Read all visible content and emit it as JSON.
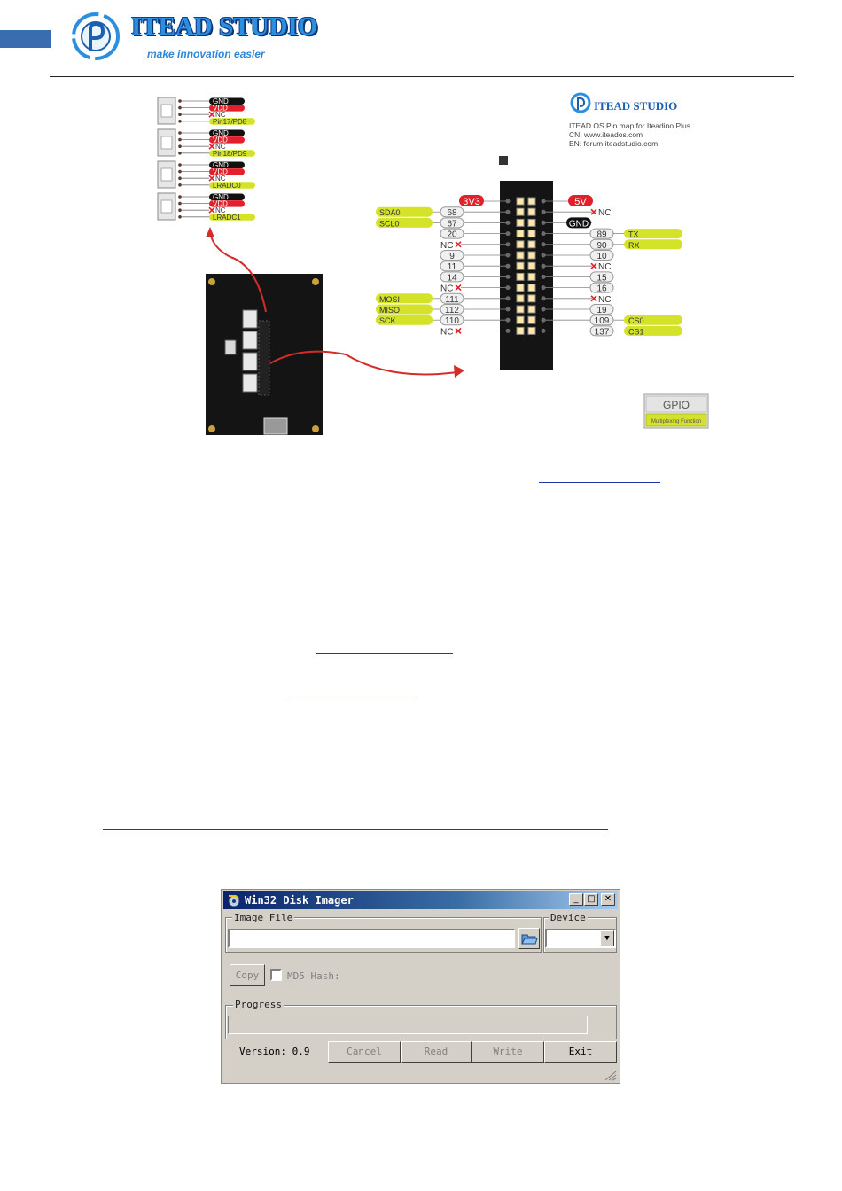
{
  "header": {
    "brand_name": "ITEAD STUDIO",
    "tagline": "make innovation easier",
    "accent_color": "#2b8fe0"
  },
  "pinmap": {
    "brand": "ITEAD STUDIO",
    "subtitle": "ITEAD OS Pin map for Iteadino Plus",
    "cn": "CN: www.iteados.com",
    "en": "EN: forum.iteadstudio.com",
    "connectors": [
      {
        "labels": [
          "GND",
          "VDD",
          "NC",
          "Pin17/PD8"
        ]
      },
      {
        "labels": [
          "GND",
          "VDD",
          "NC",
          "Pin18/PD9"
        ]
      },
      {
        "labels": [
          "GND",
          "VDD",
          "NC",
          "LRADC0"
        ]
      },
      {
        "labels": [
          "GND",
          "VDD",
          "NC",
          "LRADC1"
        ]
      }
    ],
    "left_rows": [
      {
        "func": "",
        "pin": "3V3",
        "power": true
      },
      {
        "func": "SDA0",
        "pin": "68"
      },
      {
        "func": "SCL0",
        "pin": "67"
      },
      {
        "func": "",
        "pin": "20"
      },
      {
        "func": "",
        "pin": "NC"
      },
      {
        "func": "",
        "pin": "9"
      },
      {
        "func": "",
        "pin": "11"
      },
      {
        "func": "",
        "pin": "14"
      },
      {
        "func": "",
        "pin": "NC"
      },
      {
        "func": "MOSI",
        "pin": "111"
      },
      {
        "func": "MISO",
        "pin": "112"
      },
      {
        "func": "SCK",
        "pin": "110"
      },
      {
        "func": "",
        "pin": "NC"
      }
    ],
    "right_rows": [
      {
        "pin": "5V",
        "func": "",
        "power": true
      },
      {
        "pin": "NC",
        "func": ""
      },
      {
        "pin": "GND",
        "func": ""
      },
      {
        "pin": "89",
        "func": "TX"
      },
      {
        "pin": "90",
        "func": "RX"
      },
      {
        "pin": "10",
        "func": ""
      },
      {
        "pin": "NC",
        "func": ""
      },
      {
        "pin": "15",
        "func": ""
      },
      {
        "pin": "16",
        "func": ""
      },
      {
        "pin": "NC",
        "func": ""
      },
      {
        "pin": "19",
        "func": ""
      },
      {
        "pin": "109",
        "func": "CS0"
      },
      {
        "pin": "137",
        "func": "CS1"
      }
    ],
    "legend_gpio": "GPIO",
    "legend_mux": "Multiplexing Function",
    "colors": {
      "red": "#e1202b",
      "yellow": "#d4e32a",
      "black": "#111111"
    }
  },
  "disk_imager": {
    "title": "Win32 Disk Imager",
    "image_file_label": "Image File",
    "device_label": "Device",
    "copy_button": "Copy",
    "md5_label": "MD5 Hash:",
    "progress_label": "Progress",
    "version": "Version: 0.9",
    "cancel_button": "Cancel",
    "read_button": "Read",
    "write_button": "Write",
    "exit_button": "Exit",
    "image_file_value": "",
    "device_value": "",
    "progress_fraction": 0
  }
}
